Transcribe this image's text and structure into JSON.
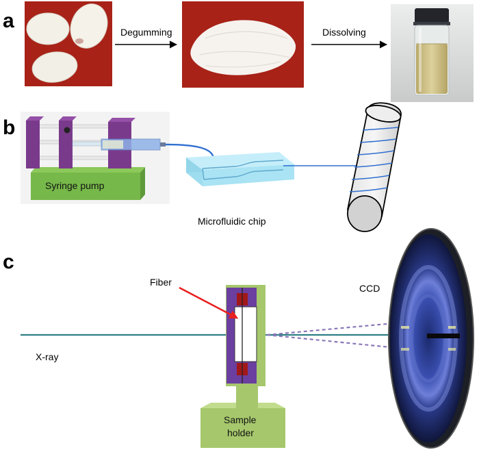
{
  "panels": {
    "a": {
      "letter": "a",
      "step1": "Degumming",
      "step2": "Dissolving"
    },
    "b": {
      "letter": "b",
      "pump_label": "Syringe pump",
      "chip_label": "Microfluidic chip"
    },
    "c": {
      "letter": "c",
      "fiber_label": "Fiber",
      "ccd_label": "CCD",
      "xray_label": "X-ray",
      "holder_label_line1": "Sample",
      "holder_label_line2": "holder"
    }
  },
  "colors": {
    "photo_bg": "#a82218",
    "cocoon": "#f3f0e8",
    "vial_liquid": "#cfc28a",
    "pump_purple": "#7a3a8c",
    "pump_green": "#77b84a",
    "chip_blue": "#a9e3f4",
    "fiber_blue": "#2f6fd0",
    "beam": "#2e7f86",
    "arrow_red": "#e82020",
    "holder_green": "#a6c76c",
    "holder_purple": "#6b3fa0",
    "clamp_red": "#a01818",
    "ccd_dark": "#0b1230"
  }
}
